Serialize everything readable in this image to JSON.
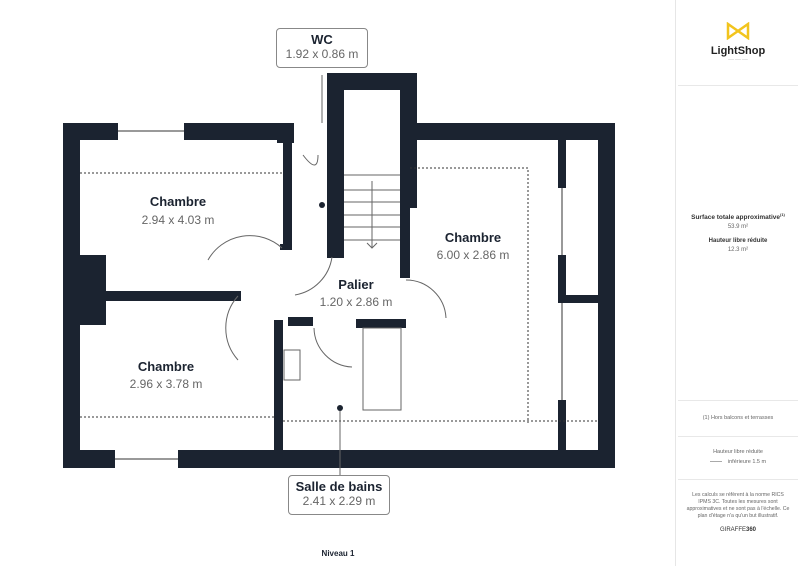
{
  "plan": {
    "level": "Niveau 1",
    "rooms": [
      {
        "name": "Chambre",
        "dims": "2.94 x 4.03 m"
      },
      {
        "name": "Chambre",
        "dims": "2.96 x 3.78 m"
      },
      {
        "name": "Palier",
        "dims": "1.20 x 2.86 m"
      },
      {
        "name": "Chambre",
        "dims": "6.00 x 2.86 m"
      }
    ],
    "callouts": [
      {
        "name": "WC",
        "dims": "1.92 x 0.86 m"
      },
      {
        "name": "Salle de bains",
        "dims": "2.41 x 2.29 m"
      }
    ]
  },
  "sidebar": {
    "brand": "LightShop",
    "brand_sub": "—— —— ——",
    "brand_color": "#f2c41d",
    "total_label": "Surface totale approximative",
    "total_sup": "(1)",
    "total_value": "53.9 m²",
    "reduced_label": "Hauteur libre réduite",
    "reduced_value": "12.3 m²",
    "footnote": "(1) Hors balcons et terrasses",
    "legend_title": "Hauteur libre réduite",
    "legend_item": "inférieure 1.5 m",
    "disclaimer": "Les calculs se réfèrent à la norme RICS IPMS 3C. Toutes les mesures sont approximatives et ne sont pas à l'échelle. Ce plan d'étage n'a qu'un but illustratif.",
    "credit_a": "GIRAFFE",
    "credit_b": "360"
  },
  "colors": {
    "wall": "#1b2330"
  }
}
